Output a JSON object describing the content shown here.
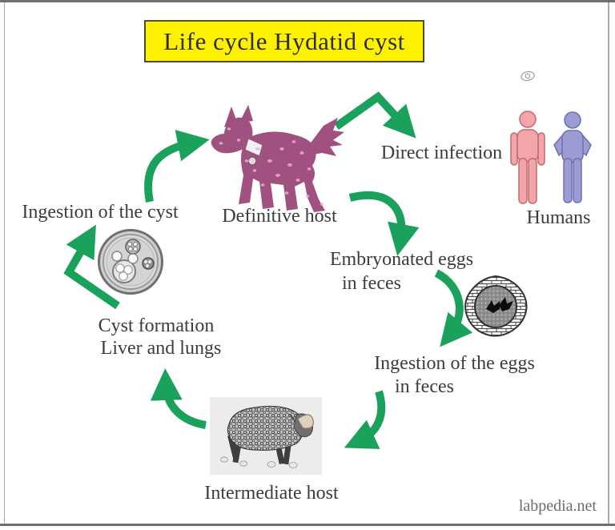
{
  "title": {
    "text": "Life cycle Hydatid cyst"
  },
  "cycle": {
    "definitive_host": "Definitive host",
    "direct_infection": "Direct infection",
    "humans": "Humans",
    "embryonated_eggs_line1": "Embryonated eggs",
    "embryonated_eggs_line2": "in feces",
    "ingestion_eggs_line1": "Ingestion of the eggs",
    "ingestion_eggs_line2": "in feces",
    "intermediate_host": "Intermediate host",
    "cyst_formation_line1": "Cyst formation",
    "cyst_formation_line2": "Liver and lungs",
    "ingestion_cyst": "Ingestion of the cyst"
  },
  "footer": {
    "watermark": "labpedia.net"
  },
  "icons": {
    "eye": "eye-icon",
    "dog": "dog-definitive-host-illustration",
    "humans": "human-figures-illustration",
    "egg": "embryonated-egg-illustration",
    "cyst": "hydatid-cyst-illustration",
    "sheep": "sheep-intermediate-host-photo"
  },
  "colors": {
    "arrow_green": "#1aa15c",
    "title_background": "#fff200",
    "dog_plum": "#a0517f",
    "human_pink": "#f3a6a9",
    "human_purple": "#9c9cd4",
    "text": "#3c3c3c",
    "watermark": "#6b6b6b"
  }
}
